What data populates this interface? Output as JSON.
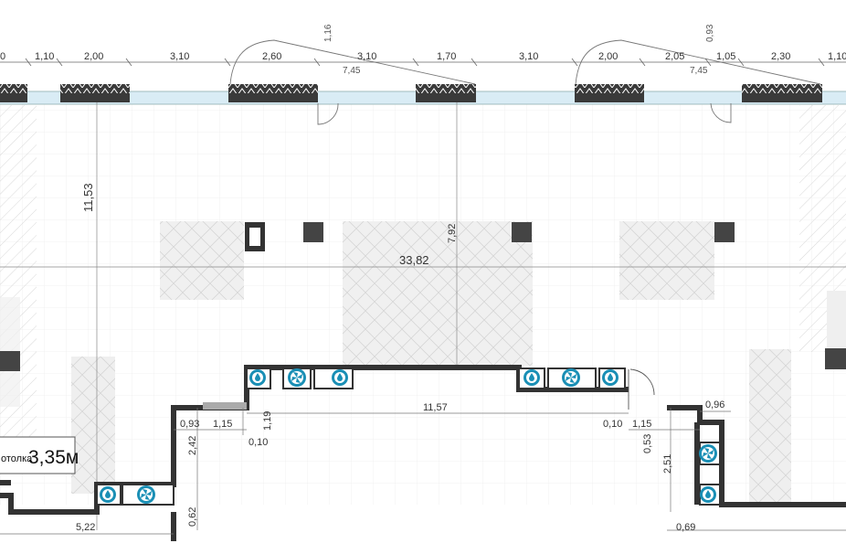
{
  "top_dimensions": {
    "row1": [
      "0",
      "1,10",
      "2,00",
      "3,10",
      "2,60",
      "3,10",
      "1,70",
      "3,10",
      "2,00",
      "2,05",
      "1,05",
      "2,30",
      "1,10"
    ],
    "sub": [
      "7,45",
      "7,45"
    ],
    "door_swing": [
      "1,16",
      "0,93"
    ]
  },
  "room": {
    "depth_left": "11,53",
    "depth_mid": "7,92",
    "length": "33,82"
  },
  "niche": {
    "width": "11,57",
    "left_dims": [
      "0,93",
      "1,15",
      "1,19",
      "0,10",
      "2,42",
      "0,62"
    ],
    "right_dims": [
      "0,10",
      "1,15",
      "0,53",
      "2,51",
      "0,96",
      "0,69"
    ],
    "bottom_left": "5,22"
  },
  "ceiling": {
    "label_prefix": "отолка",
    "value": "3,35м"
  },
  "icons": {
    "water": "water-drop-icon",
    "fan": "fan-icon"
  },
  "colors": {
    "wall": "#333333",
    "glass": "#d9ecf5",
    "icon": "#1a8fb5",
    "hatch": "#d5d5d5"
  }
}
